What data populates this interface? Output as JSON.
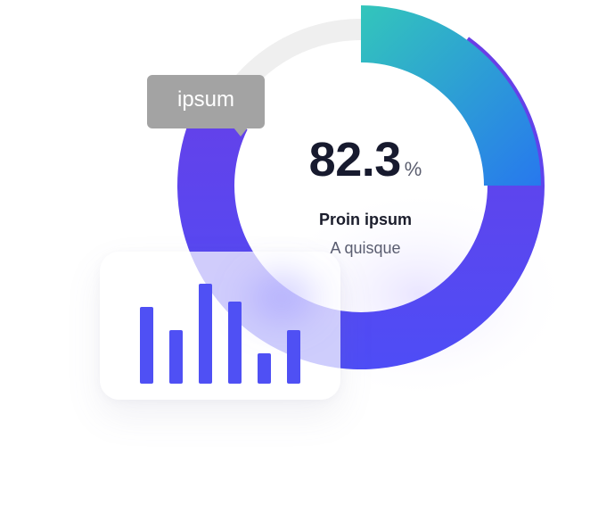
{
  "chart_data": [
    {
      "type": "donut",
      "value": 82.3,
      "unit": "%",
      "max": 100,
      "label": "Proin ipsum",
      "sublabel": "A quisque",
      "colors": {
        "track": "#efefef",
        "gradient_start": "#6a3ee6",
        "gradient_end": "#4e4df6",
        "highlight_start": "#33c6bb",
        "highlight_end": "#2778ee"
      }
    },
    {
      "type": "bar",
      "values": [
        86,
        60,
        112,
        92,
        34,
        60
      ],
      "color": "#4f50f4"
    }
  ],
  "tooltip": {
    "text": "ipsum"
  }
}
